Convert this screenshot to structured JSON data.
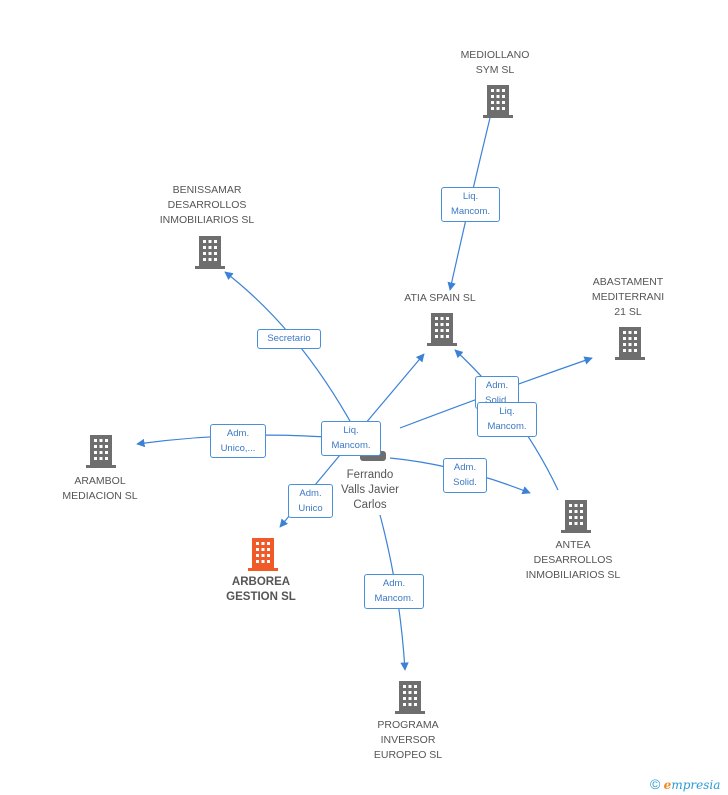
{
  "nodes": {
    "mediollano": "MEDIOLLANO\nSYM SL",
    "benissamar": "BENISSAMAR\nDESARROLLOS\nINMOBILIARIOS SL",
    "atia": "ATIA SPAIN SL",
    "abastament": "ABASTAMENT\nMEDITERRANI\n21 SL",
    "arambol": "ARAMBOL\nMEDIACION SL",
    "arborea": "ARBOREA\nGESTION SL",
    "antea": "ANTEA\nDESARROLLOS\nINMOBILIARIOS SL",
    "programa": "PROGRAMA\nINVERSOR\nEUROPEO SL",
    "person": "Ferrando\nValls Javier\nCarlos"
  },
  "edges": {
    "liq_mancom_top": "Liq.\nMancom.",
    "secretario": "Secretario",
    "adm_solid_1": "Adm.\nSolid.",
    "liq_mancom_right": "Liq.\nMancom.",
    "adm_unico_left": "Adm.\nUnico,...",
    "liq_mancom_center": "Liq.\nMancom.",
    "adm_unico_arborea": "Adm.\nUnico",
    "adm_solid_2": "Adm.\nSolid.",
    "adm_mancom_bottom": "Adm.\nMancom."
  },
  "colors": {
    "edge": "#3b82d6",
    "building": "#6e6e6e",
    "highlight": "#f05a28"
  },
  "footer": {
    "copyright_symbol": "©",
    "brand_first": "e",
    "brand_rest": "mpresia"
  }
}
